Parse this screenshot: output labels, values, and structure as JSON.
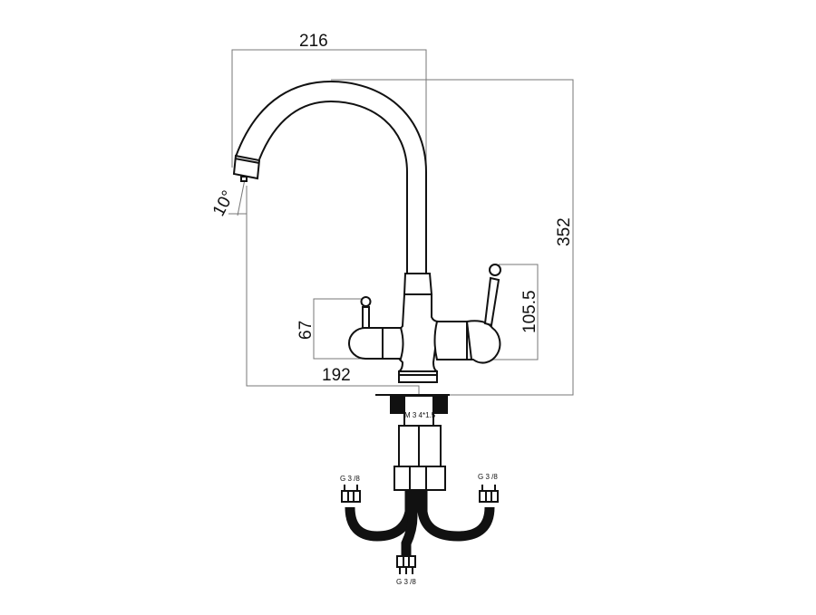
{
  "drawing": {
    "dimensions": {
      "spout_reach": "216",
      "total_height": "352",
      "spout_angle": "10°",
      "left_lever_height": "67",
      "right_lever_height": "105.5",
      "base_to_spout": "192"
    },
    "threads": {
      "mount_thread": "M 3 4*1.5",
      "left_hose": "G 3 /8",
      "right_hose": "G 3 /8",
      "bottom_hose": "G 3 /8"
    }
  }
}
